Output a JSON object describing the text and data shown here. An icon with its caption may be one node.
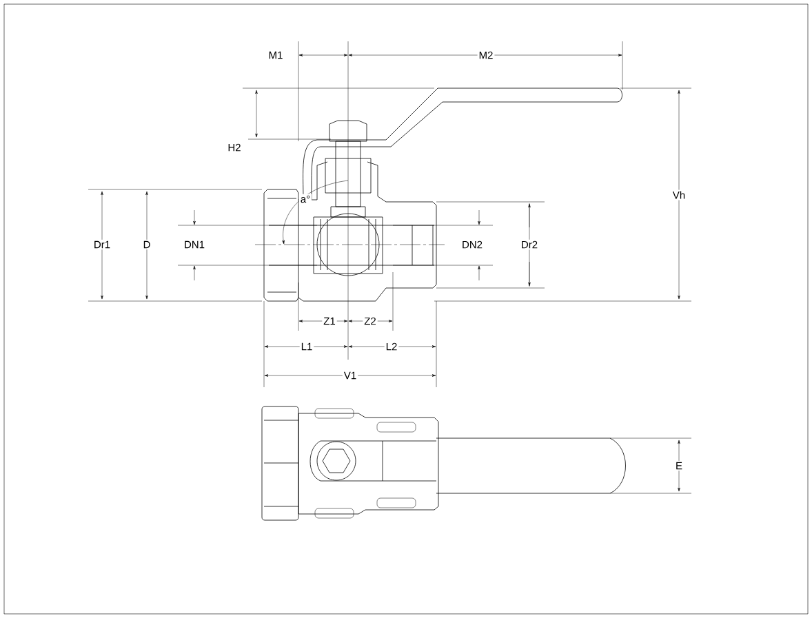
{
  "diagram": {
    "labels": [
      "M1",
      "M2",
      "H2",
      "Vh",
      "a°",
      "Dr1",
      "D",
      "DN1",
      "DN2",
      "Dr2",
      "Z1",
      "Z2",
      "L1",
      "L2",
      "V1",
      "E"
    ]
  }
}
